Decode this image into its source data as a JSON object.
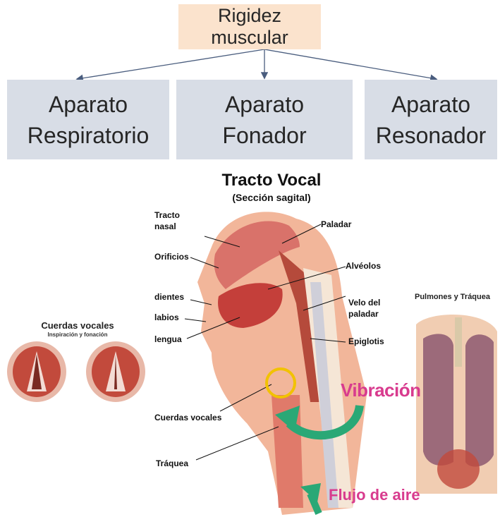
{
  "top": {
    "label": "Rigidez muscular"
  },
  "children": [
    {
      "line1": "Aparato",
      "line2": "Respiratorio"
    },
    {
      "line1": "Aparato",
      "line2": "Fonador"
    },
    {
      "line1": "Aparato",
      "line2": "Resonador"
    }
  ],
  "figure": {
    "title": "Tracto Vocal",
    "subtitle": "(Sección sagital)",
    "labels": {
      "tracto_nasal_1": "Tracto",
      "tracto_nasal_2": "nasal",
      "orificios": "Orificios",
      "dientes": "dientes",
      "labios": "labios",
      "lengua": "lengua",
      "cuerdas_vocales": "Cuerdas vocales",
      "traquea": "Tráquea",
      "paladar": "Paladar",
      "alveolos": "Alvéolos",
      "velo_1": "Velo del",
      "velo_2": "paladar",
      "epiglotis": "Epiglotis"
    },
    "vibracion": "Vibración",
    "flujo": "Flujo de aire",
    "cuerdas_title": "Cuerdas vocales",
    "cuerdas_sub": "Inspiración y fonación",
    "pulmones_title": "Pulmones y Tráquea",
    "colors": {
      "accent": "#d83b8e",
      "arrow": "#2aa876",
      "ring": "#f2c200"
    }
  }
}
